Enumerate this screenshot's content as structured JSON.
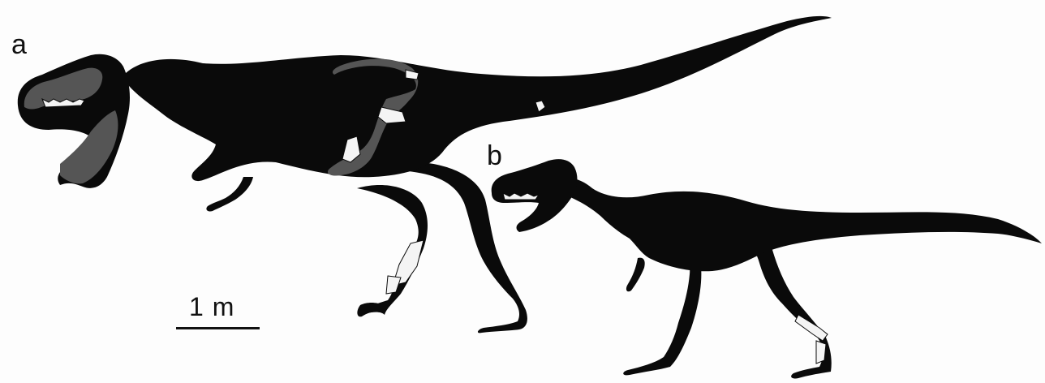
{
  "figure": {
    "panel_a_label": "a",
    "panel_b_label": "b",
    "scale_bar_label": "1 m"
  },
  "colors": {
    "background": "#fdfdfd",
    "silhouette": "#0a0a0a",
    "preserved_bone_gray": "#555555",
    "preserved_bone_white": "#f4f4f4"
  }
}
